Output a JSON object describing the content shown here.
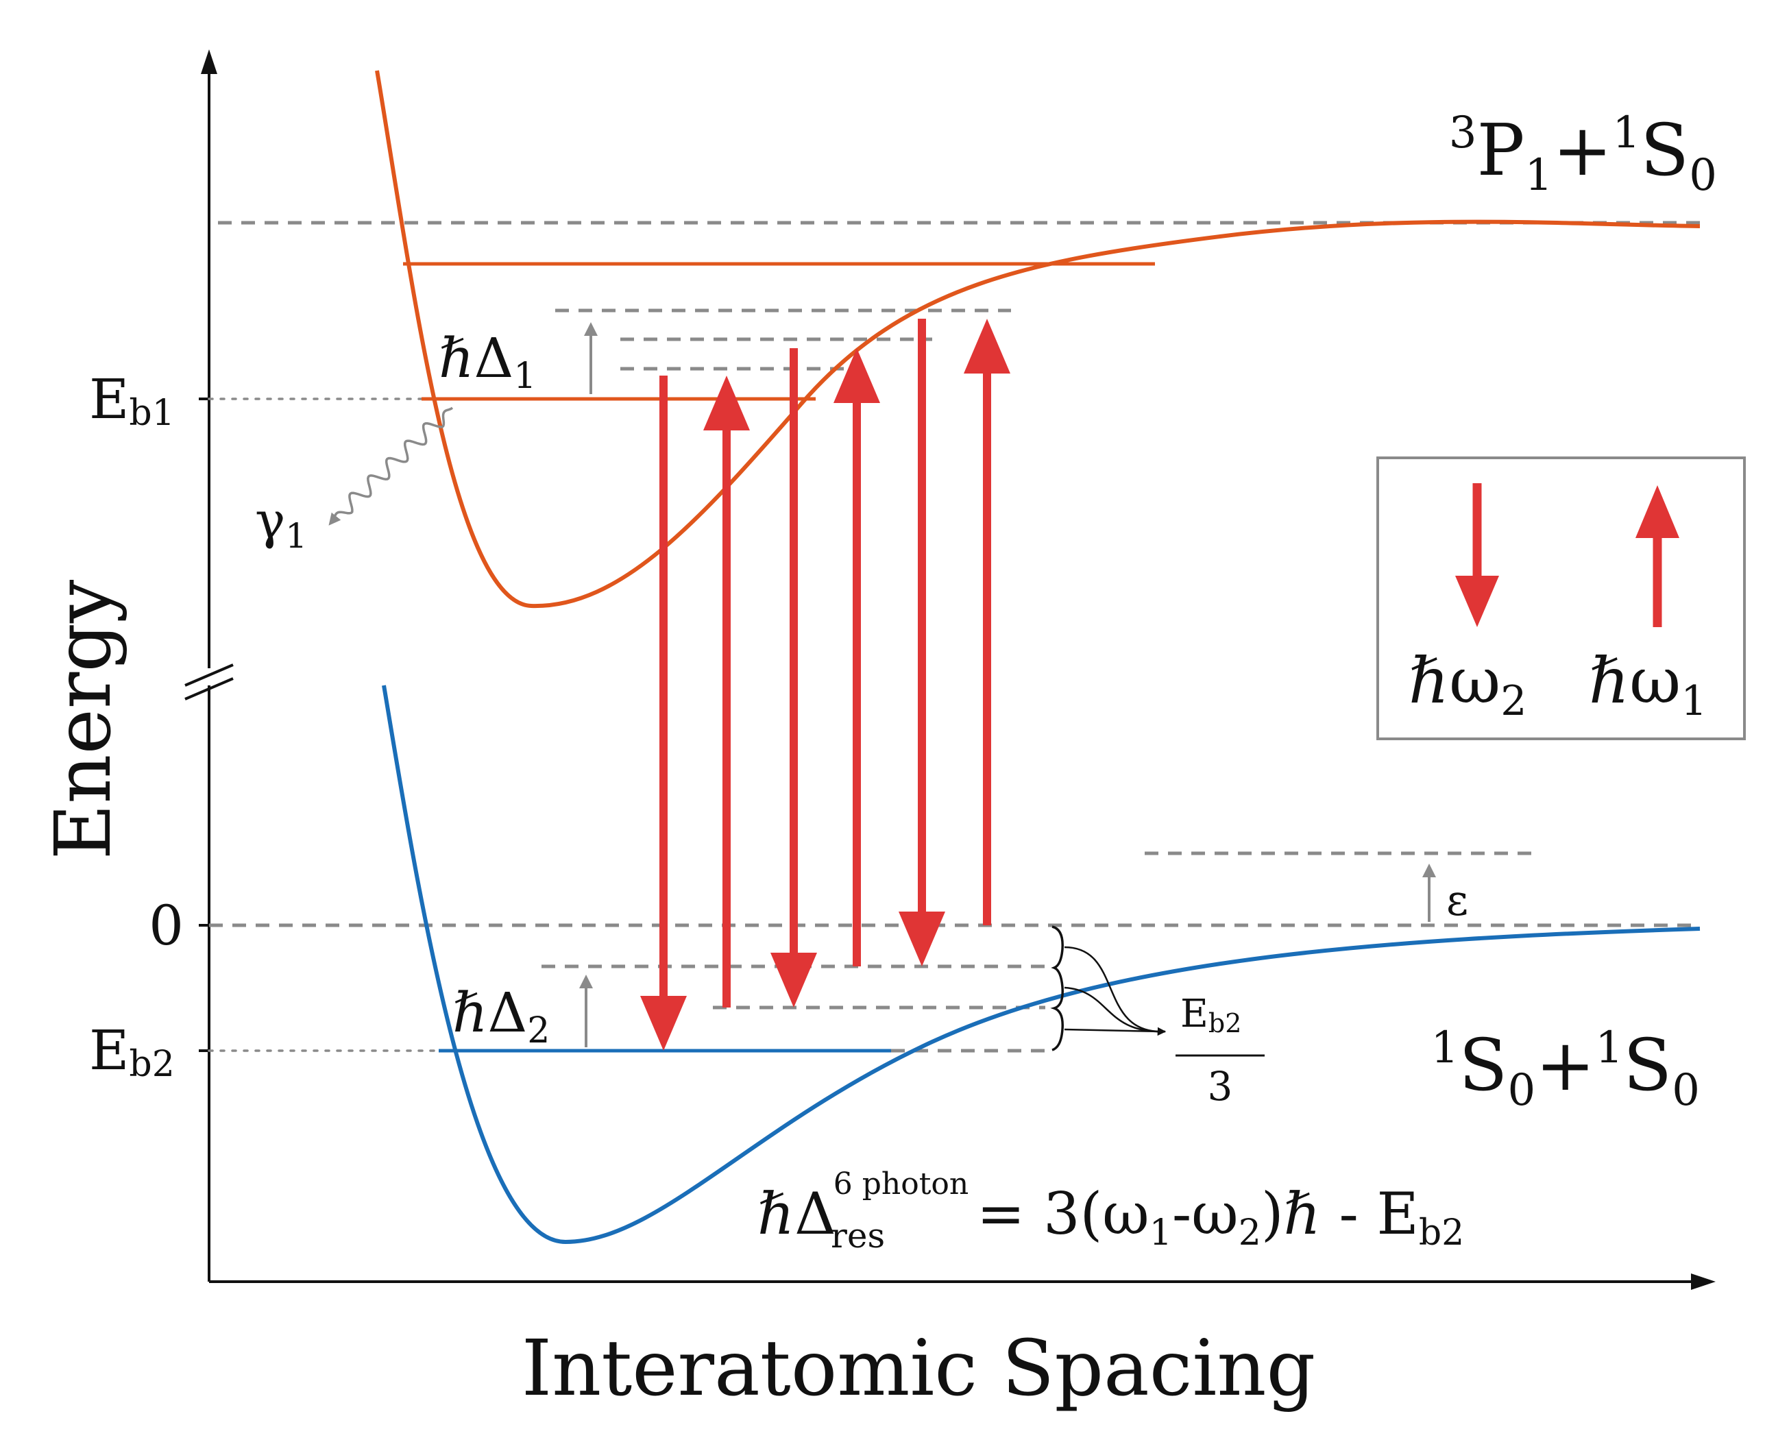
{
  "axes": {
    "y_label": "Energy",
    "x_label": "Interatomic Spacing",
    "ticks": {
      "eb1": "E",
      "eb1_sub": "b1",
      "zero": "0",
      "eb2": "E",
      "eb2_sub": "b2"
    }
  },
  "states": {
    "upper": {
      "sup1": "3",
      "main1": "P",
      "sub1": "1",
      "plus": "+",
      "sup2": "1",
      "main2": "S",
      "sub2": "0"
    },
    "lower": {
      "sup1": "1",
      "main1": "S",
      "sub1": "0",
      "plus": "+",
      "sup2": "1",
      "main2": "S",
      "sub2": "0"
    }
  },
  "labels": {
    "delta1": {
      "main": "ℏΔ",
      "sub": "1"
    },
    "delta2": {
      "main": "ℏΔ",
      "sub": "2"
    },
    "gamma": {
      "main": "γ",
      "sub": "1"
    },
    "epsilon": "ε",
    "fraction": {
      "num": "E",
      "num_sub": "b2",
      "den": "3"
    },
    "equation": {
      "lhs": "ℏΔ",
      "lhs_sup": "6 photon",
      "lhs_sub": "res",
      "rhs1": "= 3(ω",
      "rhs1_sub": "1",
      "rhs2": "-ω",
      "rhs2_sub": "2",
      "rhs3": ")ℏ - E",
      "rhs3_sub": "b2"
    }
  },
  "legend": {
    "down": {
      "main": "ℏω",
      "sub": "2"
    },
    "up": {
      "main": "ℏω",
      "sub": "1"
    }
  },
  "colors": {
    "upper_curve": "#e0561c",
    "lower_curve": "#1a6eb8",
    "arrow": "#e03535",
    "helper": "#8a8a8a",
    "axis": "#111111"
  },
  "arrows": [
    {
      "direction": "down",
      "photon": "ω2"
    },
    {
      "direction": "up",
      "photon": "ω1"
    },
    {
      "direction": "down",
      "photon": "ω2"
    },
    {
      "direction": "up",
      "photon": "ω1"
    },
    {
      "direction": "down",
      "photon": "ω2"
    },
    {
      "direction": "up",
      "photon": "ω1"
    }
  ]
}
